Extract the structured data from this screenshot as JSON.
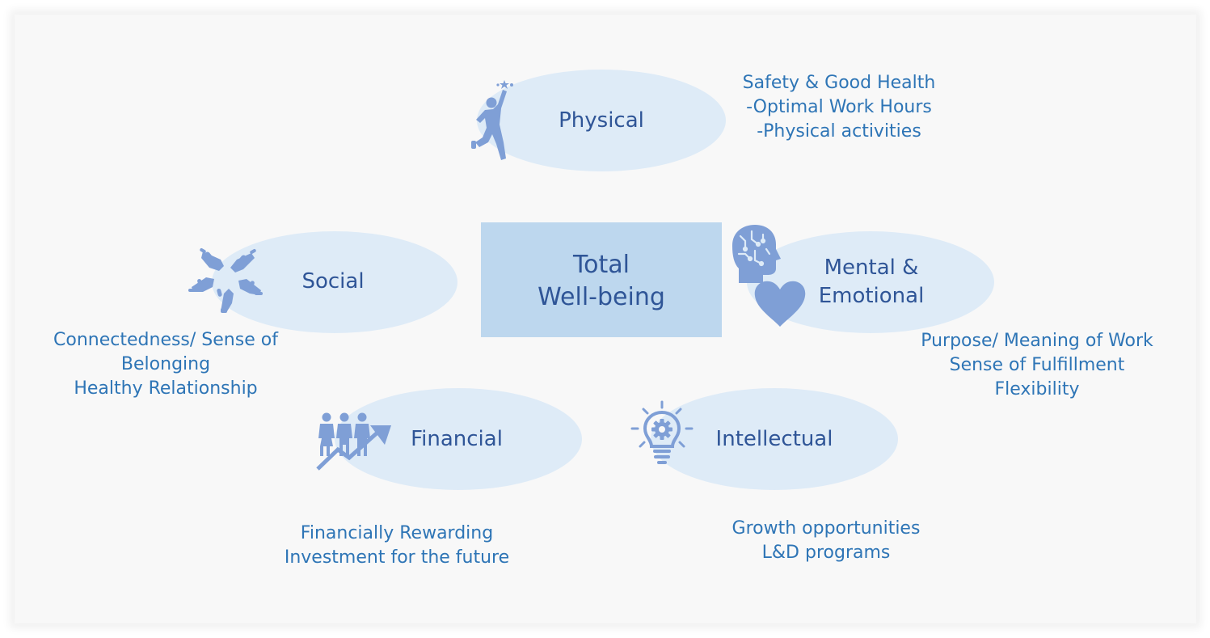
{
  "center": {
    "line1": "Total",
    "line2": "Well-being"
  },
  "dimensions": {
    "physical": {
      "label": "Physical",
      "details": [
        "Safety & Good Health",
        "-Optimal Work Hours",
        "-Physical activities"
      ]
    },
    "social": {
      "label": "Social",
      "details": [
        "Connectedness/ Sense of",
        "Belonging",
        "Healthy Relationship"
      ]
    },
    "mental": {
      "label_line1": "Mental &",
      "label_line2": "Emotional",
      "details": [
        "Purpose/ Meaning of Work",
        "Sense of Fulfillment",
        "Flexibility"
      ]
    },
    "financial": {
      "label": "Financial",
      "details": [
        "Financially Rewarding",
        "Investment for the future"
      ]
    },
    "intellectual": {
      "label": "Intellectual",
      "details": [
        "Growth opportunities",
        "L&D programs"
      ]
    }
  },
  "icons": {
    "physical": "person-reaching-star-icon",
    "social": "hands-circle-icon",
    "mental": "head-brain-heart-icon",
    "financial": "people-growth-arrow-icon",
    "intellectual": "lightbulb-gear-icon"
  },
  "colors": {
    "ellipse_fill": "#deebf7",
    "center_fill": "#bdd7ee",
    "label_text": "#2f5597",
    "detail_text": "#2e75b6",
    "icon_fill": "#7f9fd6"
  }
}
